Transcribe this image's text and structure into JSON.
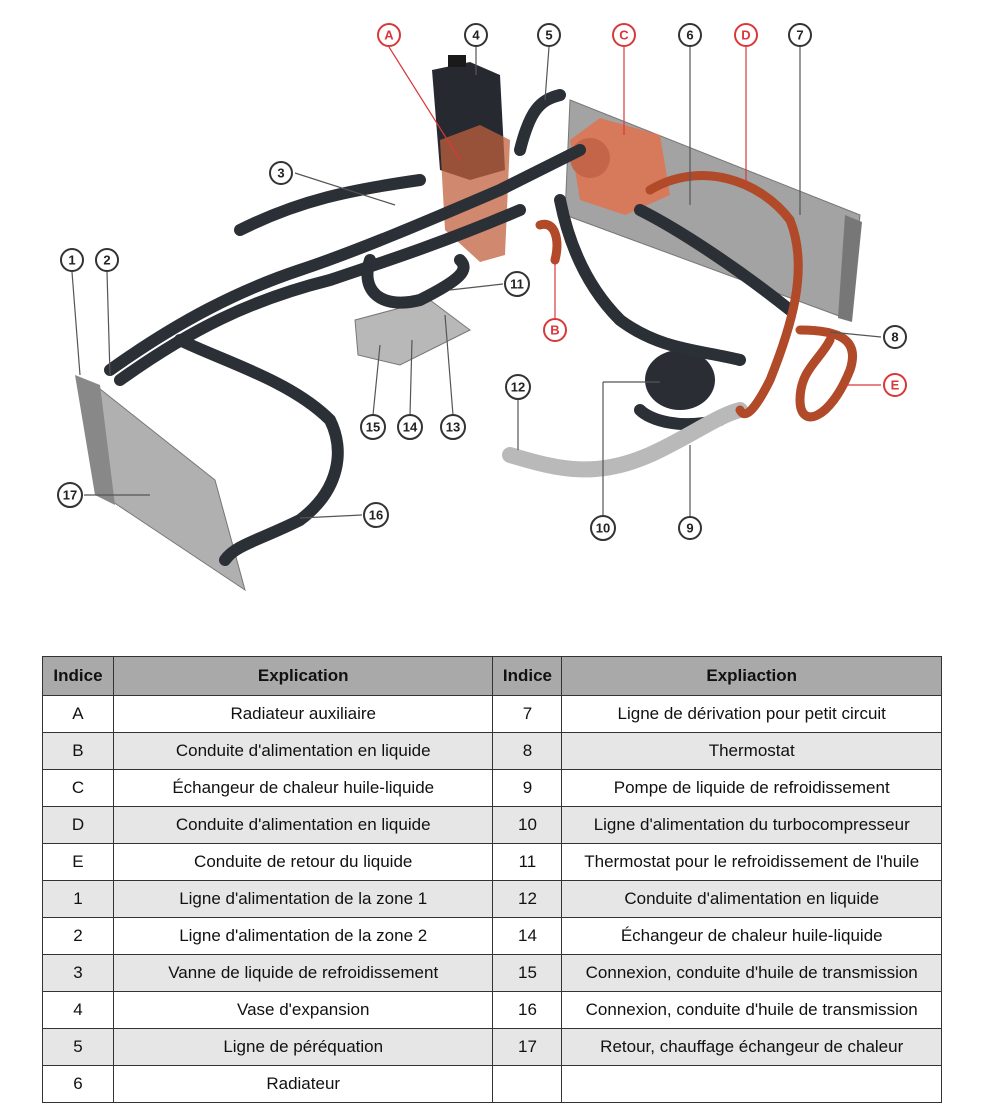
{
  "diagram": {
    "callouts": {
      "A": "A",
      "B": "B",
      "C": "C",
      "D": "D",
      "E": "E",
      "n1": "1",
      "n2": "2",
      "n3": "3",
      "n4": "4",
      "n5": "5",
      "n6": "6",
      "n7": "7",
      "n8": "8",
      "n9": "9",
      "n10": "10",
      "n11": "11",
      "n12": "12",
      "n13": "13",
      "n14": "14",
      "n15": "15",
      "n16": "16",
      "n17": "17"
    },
    "colors": {
      "hose_dark": "#2b2f36",
      "hose_orange": "#b9522f",
      "highlight": "#d9383a",
      "metal": "#9a9a9a"
    }
  },
  "table": {
    "headers": [
      "Indice",
      "Explication",
      "Indice",
      "Expliaction"
    ],
    "rows": [
      {
        "i1": "A",
        "e1": "Radiateur auxiliaire",
        "i2": "7",
        "e2": "Ligne de dérivation pour petit circuit"
      },
      {
        "i1": "B",
        "e1": "Conduite d'alimentation en liquide",
        "i2": "8",
        "e2": "Thermostat"
      },
      {
        "i1": "C",
        "e1": "Échangeur de chaleur huile-liquide",
        "i2": "9",
        "e2": "Pompe de liquide de refroidissement"
      },
      {
        "i1": "D",
        "e1": "Conduite d'alimentation en liquide",
        "i2": "10",
        "e2": "Ligne d'alimentation du turbocompresseur"
      },
      {
        "i1": "E",
        "e1": "Conduite de retour du liquide",
        "i2": "11",
        "e2": "Thermostat pour le refroidissement de l'huile"
      },
      {
        "i1": "1",
        "e1": "Ligne d'alimentation de la zone 1",
        "i2": "12",
        "e2": "Conduite d'alimentation en liquide"
      },
      {
        "i1": "2",
        "e1": "Ligne d'alimentation de la zone 2",
        "i2": "14",
        "e2": "Échangeur de chaleur huile-liquide"
      },
      {
        "i1": "3",
        "e1": "Vanne de liquide de refroidissement",
        "i2": "15",
        "e2": "Connexion, conduite d'huile de transmission"
      },
      {
        "i1": "4",
        "e1": "Vase d'expansion",
        "i2": "16",
        "e2": "Connexion, conduite d'huile de transmission"
      },
      {
        "i1": "5",
        "e1": "Ligne de péréquation",
        "i2": "17",
        "e2": "Retour, chauffage échangeur de chaleur"
      },
      {
        "i1": "6",
        "e1": "Radiateur",
        "i2": "",
        "e2": ""
      }
    ]
  }
}
